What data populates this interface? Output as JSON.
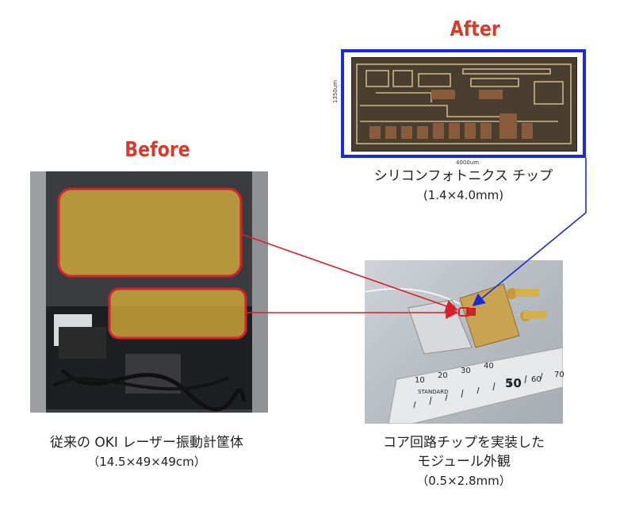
{
  "after": {
    "title": "After"
  },
  "before": {
    "title": "Before"
  },
  "chip": {
    "name": "シリコンフォトニクス チップ",
    "size": "(1.4×4.0mm)",
    "dim_height": "1350um",
    "dim_width": "4000um"
  },
  "instrument": {
    "name": "従来の OKI レーザー振動計筐体",
    "size": "（14.5×49×49cm）"
  },
  "module": {
    "line1": "コア回路チップを実装した",
    "line2": "モジュール外観",
    "size": "（0.5×2.8mm）",
    "ruler_marks": [
      "10",
      "20",
      "30",
      "40",
      "50",
      "60",
      "70"
    ],
    "ruler_text": "STANDARD"
  },
  "colors": {
    "title_red": "#d83a2b",
    "frame_blue": "#1c2bd4",
    "highlight_red": "#d6232a",
    "highlight_fill": "#e0b43c"
  }
}
